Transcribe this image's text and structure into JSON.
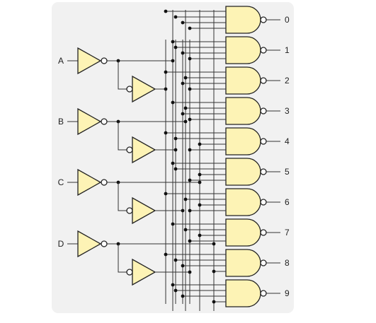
{
  "diagram": {
    "inputs": [
      {
        "label": "A"
      },
      {
        "label": "B"
      },
      {
        "label": "C"
      },
      {
        "label": "D"
      }
    ],
    "outputs": [
      {
        "label": "0"
      },
      {
        "label": "1"
      },
      {
        "label": "2"
      },
      {
        "label": "3"
      },
      {
        "label": "4"
      },
      {
        "label": "5"
      },
      {
        "label": "6"
      },
      {
        "label": "7"
      },
      {
        "label": "8"
      },
      {
        "label": "9"
      }
    ],
    "colors": {
      "panel": "#f1f1f1",
      "gate_fill": "#fdf3b5",
      "stroke": "#222222",
      "wire": "#333333"
    }
  }
}
